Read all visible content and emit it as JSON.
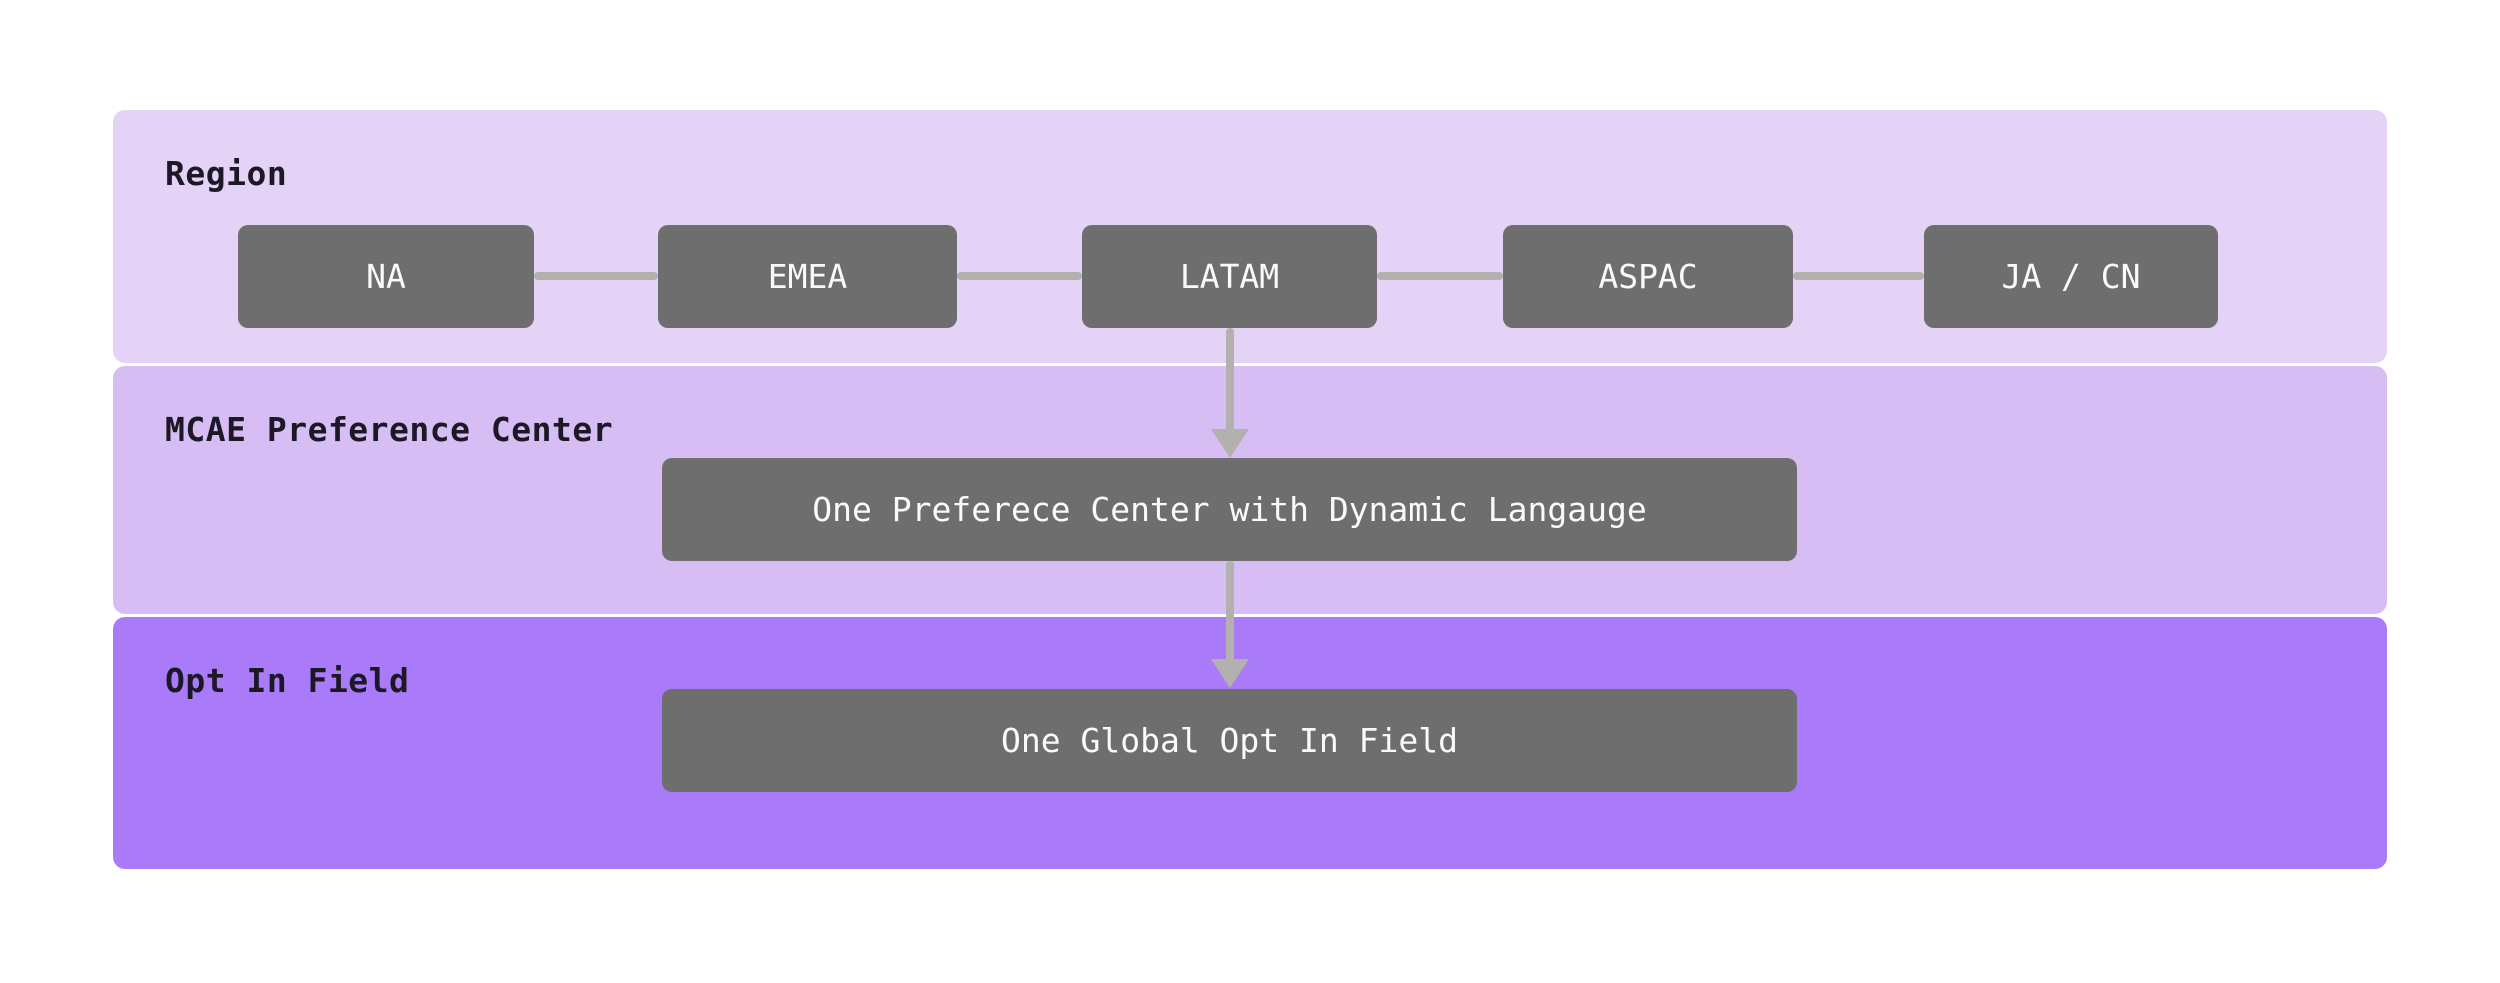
{
  "lanes": [
    {
      "id": "region",
      "label": "Region"
    },
    {
      "id": "mcae-preference-center",
      "label": "MCAE Preference Center"
    },
    {
      "id": "opt-in-field",
      "label": "Opt In Field"
    }
  ],
  "region_nodes": [
    {
      "label": "NA"
    },
    {
      "label": "EMEA"
    },
    {
      "label": "LATAM"
    },
    {
      "label": "ASPAC"
    },
    {
      "label": "JA / CN"
    }
  ],
  "flow_nodes": {
    "preference_center": {
      "label": "One Preferece Center with Dynamic Langauge"
    },
    "global_opt_in": {
      "label": "One Global Opt In Field"
    }
  },
  "connections": [
    {
      "from": "NA",
      "to": "EMEA",
      "type": "line"
    },
    {
      "from": "EMEA",
      "to": "LATAM",
      "type": "line"
    },
    {
      "from": "LATAM",
      "to": "ASPAC",
      "type": "line"
    },
    {
      "from": "ASPAC",
      "to": "JA / CN",
      "type": "line"
    },
    {
      "from": "LATAM",
      "to": "One Preferece Center with Dynamic Langauge",
      "type": "arrow-down"
    },
    {
      "from": "One Preferece Center with Dynamic Langauge",
      "to": "One Global Opt In Field",
      "type": "arrow-down"
    }
  ],
  "colors": {
    "page_bg": "#ffffff",
    "lane_region_bg": "#e4d3f6",
    "lane_preference_bg": "#d6bef4",
    "lane_opt_in_bg": "#aa7bf8",
    "node_bg": "#6f6e6e",
    "node_text": "#fafafa",
    "lane_label_text": "#1d1826",
    "connector": "#b3b1ae"
  }
}
